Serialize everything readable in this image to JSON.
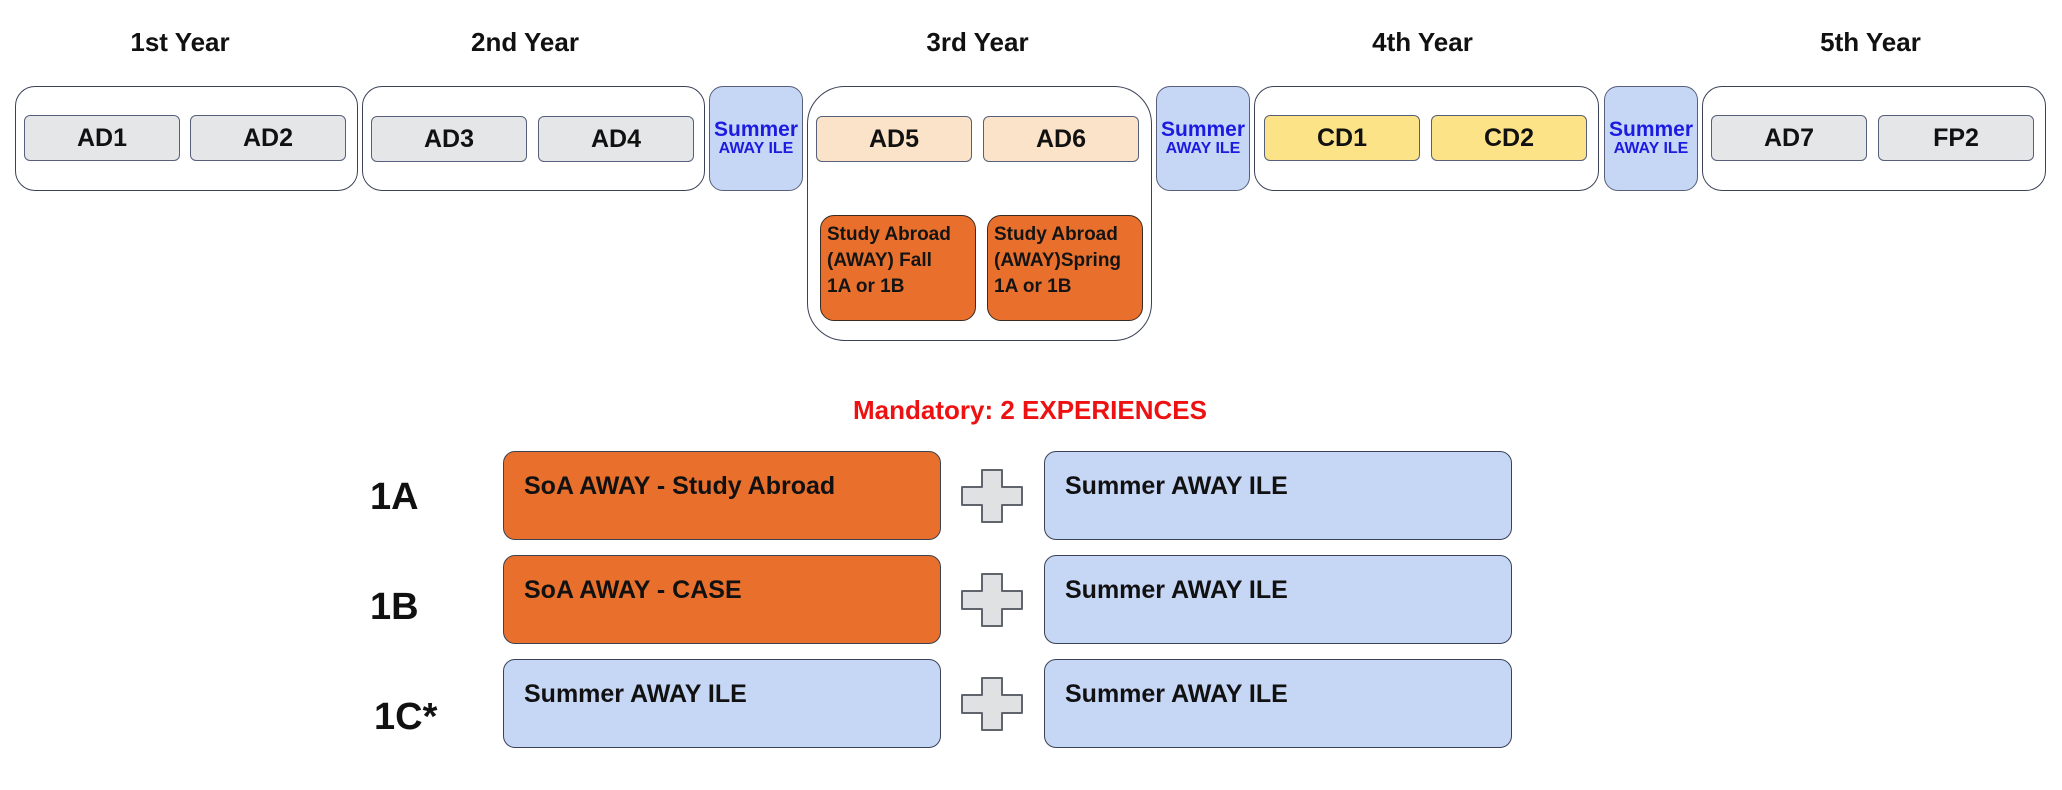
{
  "timeline": {
    "years": [
      {
        "label": "1st Year",
        "courses": [
          "AD1",
          "AD2"
        ]
      },
      {
        "label": "2nd Year",
        "courses": [
          "AD3",
          "AD4"
        ]
      },
      {
        "label": "3rd Year",
        "courses": [
          "AD5",
          "AD6"
        ]
      },
      {
        "label": "4th Year",
        "courses": [
          "CD1",
          "CD2"
        ]
      },
      {
        "label": "5th Year",
        "courses": [
          "AD7",
          "FP2"
        ]
      }
    ],
    "summer_tab": {
      "line1": "Summer",
      "line2": "AWAY ILE"
    },
    "study_abroad_fall": {
      "line1": "Study Abroad",
      "line2": "(AWAY) Fall",
      "line3": "1A or 1B"
    },
    "study_abroad_spring": {
      "line1": "Study Abroad",
      "line2": "(AWAY)Spring",
      "line3": "1A or 1B"
    }
  },
  "requirements": {
    "title": "Mandatory: 2 EXPERIENCES",
    "options": [
      {
        "label": "1A",
        "first": "SoA AWAY -  Study Abroad",
        "second": "Summer AWAY ILE"
      },
      {
        "label": "1B",
        "first": "SoA AWAY - CASE",
        "second": "Summer AWAY ILE"
      },
      {
        "label": "1C*",
        "first": "Summer AWAY ILE",
        "second": "Summer AWAY ILE"
      }
    ]
  },
  "colors": {
    "gray_course": "#e5e6e8",
    "peach_course": "#fbe3c9",
    "yellow_course": "#fde387",
    "summer_blue": "#c6d6f5",
    "summer_text": "#1c1ce0",
    "abroad_orange": "#e8702c",
    "mandatory_red": "#ee1111"
  },
  "icons": {
    "plus": "plus-icon"
  }
}
